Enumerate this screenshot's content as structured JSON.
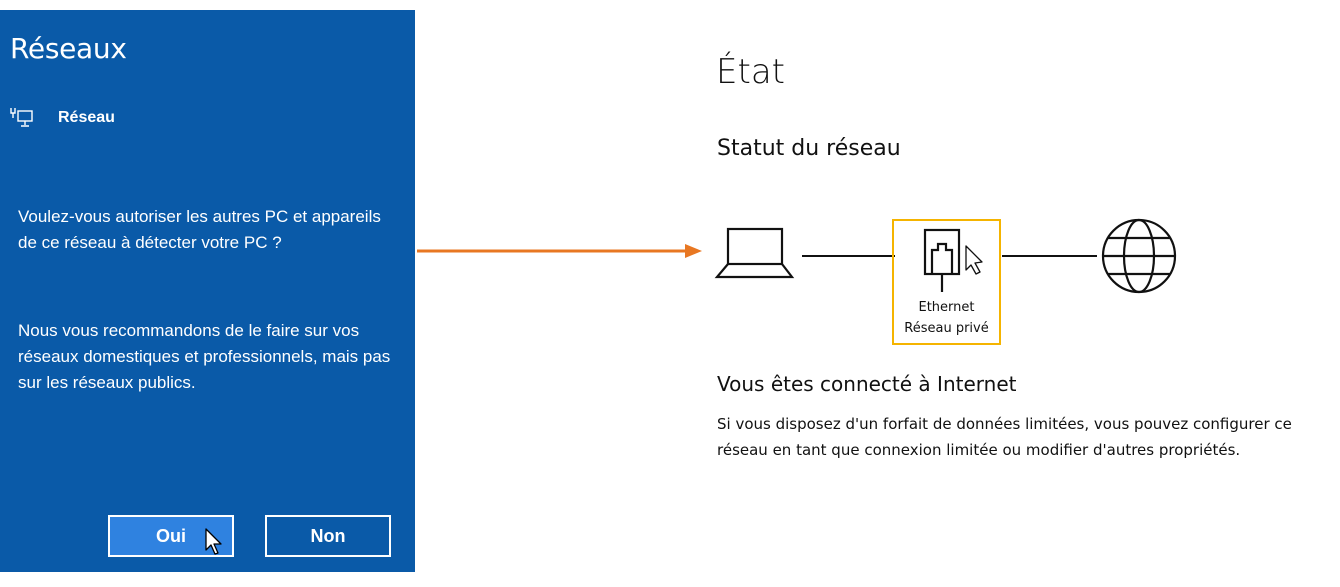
{
  "flyout": {
    "title": "Réseaux",
    "network_name": "Réseau",
    "question": "Voulez-vous autoriser les autres PC et appareils de ce réseau à détecter votre PC ?",
    "recommendation": "Nous vous recommandons de le faire sur vos réseaux domestiques et professionnels, mais pas sur les réseaux publics.",
    "yes_label": "Oui",
    "no_label": "Non"
  },
  "status": {
    "page_title": "État",
    "section_title": "Statut du réseau",
    "adapter_name": "Ethernet",
    "network_profile": "Réseau privé",
    "connection_title": "Vous êtes connecté à Internet",
    "connection_desc": "Si vous disposez d'un forfait de données limitées, vous pouvez configurer ce réseau en tant que connexion limitée ou modifier d'autres propriétés."
  },
  "colors": {
    "flyout_bg": "#0a5aa8",
    "yes_button_bg": "#2f82e0",
    "highlight_border": "#f5b400",
    "arrow": "#e87722"
  },
  "icons": [
    "network-icon",
    "laptop-icon",
    "ethernet-icon",
    "globe-icon",
    "mouse-cursor-icon",
    "arrow-icon"
  ]
}
